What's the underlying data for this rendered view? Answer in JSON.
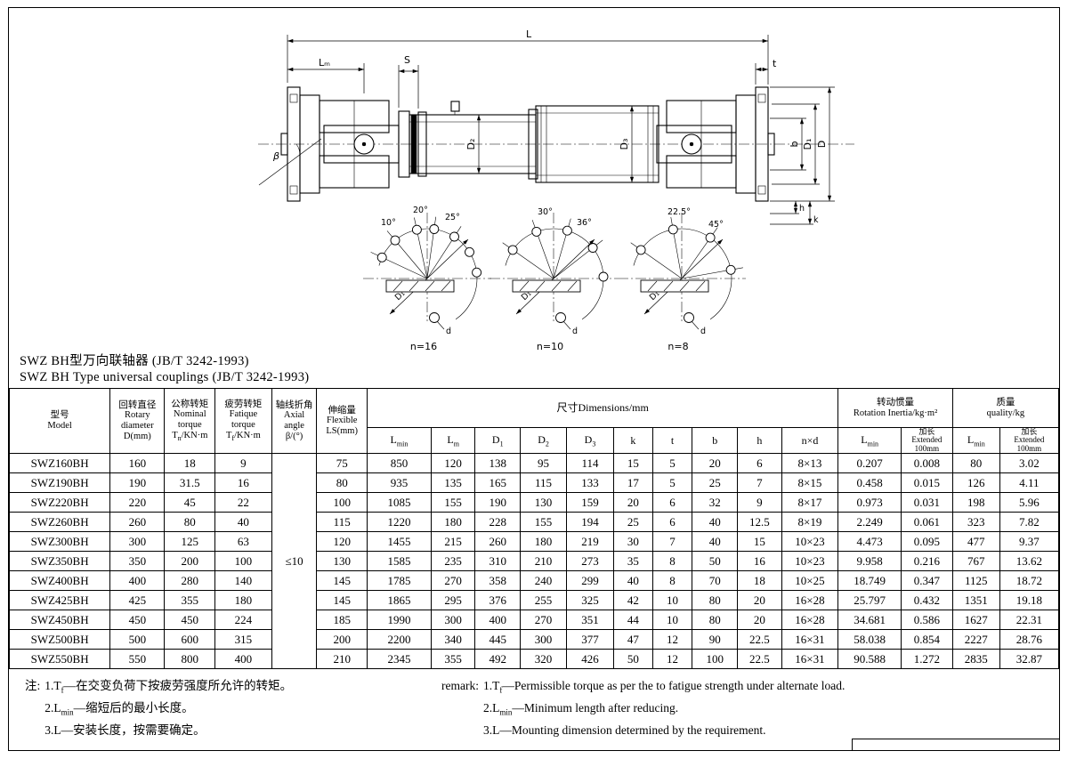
{
  "titles": {
    "cn": "SWZ BH型万向联轴器 (JB/T 3242-1993)",
    "en": "SWZ BH Type universal couplings (JB/T 3242-1993)"
  },
  "drawing": {
    "dim_labels": {
      "L": "L",
      "Lm": "Lₘ",
      "S": "S",
      "t": "t",
      "b": "b",
      "D1": "D₁",
      "D": "D",
      "D2": "D₂",
      "D3": "D₃",
      "h": "h",
      "k": "k",
      "beta": "β"
    },
    "bolt_diagrams": [
      {
        "count_label": "n=16",
        "angle_labels": [
          "10°",
          "20°",
          "25°"
        ],
        "bolt_circle_label": "D₁",
        "hole_label": "d"
      },
      {
        "count_label": "n=10",
        "angle_labels": [
          "30°",
          "36°"
        ],
        "bolt_circle_label": "D₁",
        "hole_label": "d"
      },
      {
        "count_label": "n=8",
        "angle_labels": [
          "22.5°",
          "45°"
        ],
        "bolt_circle_label": "D₁",
        "hole_label": "d"
      }
    ]
  },
  "table": {
    "headers": {
      "model": "型号\nModel",
      "rotary_diameter": "回转直径\nRotary\ndiameter\nD(mm)",
      "nominal_torque": "公称转矩\nNominal\ntorque\nT~n~/KN·m",
      "fatigue_torque": "疲劳转矩\nFatique\ntorque\nT~f~/KN·m",
      "axial_angle": "轴线折角\nAxial angle\nβ/(°)",
      "flexible": "伸缩量\nFlexible\nLS(mm)",
      "dimensions": "尺寸Dimensions/mm",
      "rotation_inertia": "转动惯量\nRotation Inertia/kg·m²",
      "quality": "质量\nquality/kg"
    },
    "sub_headers": [
      "L~min~",
      "L~m~",
      "D~1~",
      "D~2~",
      "D~3~",
      "k",
      "t",
      "b",
      "h",
      "n×d",
      "L~min~",
      "加长\nExtended\n100mm",
      "L~min~",
      "加长\nExtended\n100mm"
    ],
    "beta_value": "≤10",
    "rows": [
      [
        "SWZ160BH",
        "160",
        "18",
        "9",
        "75",
        "850",
        "120",
        "138",
        "95",
        "114",
        "15",
        "5",
        "20",
        "6",
        "8×13",
        "0.207",
        "0.008",
        "80",
        "3.02"
      ],
      [
        "SWZ190BH",
        "190",
        "31.5",
        "16",
        "80",
        "935",
        "135",
        "165",
        "115",
        "133",
        "17",
        "5",
        "25",
        "7",
        "8×15",
        "0.458",
        "0.015",
        "126",
        "4.11"
      ],
      [
        "SWZ220BH",
        "220",
        "45",
        "22",
        "100",
        "1085",
        "155",
        "190",
        "130",
        "159",
        "20",
        "6",
        "32",
        "9",
        "8×17",
        "0.973",
        "0.031",
        "198",
        "5.96"
      ],
      [
        "SWZ260BH",
        "260",
        "80",
        "40",
        "115",
        "1220",
        "180",
        "228",
        "155",
        "194",
        "25",
        "6",
        "40",
        "12.5",
        "8×19",
        "2.249",
        "0.061",
        "323",
        "7.82"
      ],
      [
        "SWZ300BH",
        "300",
        "125",
        "63",
        "120",
        "1455",
        "215",
        "260",
        "180",
        "219",
        "30",
        "7",
        "40",
        "15",
        "10×23",
        "4.473",
        "0.095",
        "477",
        "9.37"
      ],
      [
        "SWZ350BH",
        "350",
        "200",
        "100",
        "130",
        "1585",
        "235",
        "310",
        "210",
        "273",
        "35",
        "8",
        "50",
        "16",
        "10×23",
        "9.958",
        "0.216",
        "767",
        "13.62"
      ],
      [
        "SWZ400BH",
        "400",
        "280",
        "140",
        "145",
        "1785",
        "270",
        "358",
        "240",
        "299",
        "40",
        "8",
        "70",
        "18",
        "10×25",
        "18.749",
        "0.347",
        "1125",
        "18.72"
      ],
      [
        "SWZ425BH",
        "425",
        "355",
        "180",
        "145",
        "1865",
        "295",
        "376",
        "255",
        "325",
        "42",
        "10",
        "80",
        "20",
        "16×28",
        "25.797",
        "0.432",
        "1351",
        "19.18"
      ],
      [
        "SWZ450BH",
        "450",
        "450",
        "224",
        "185",
        "1990",
        "300",
        "400",
        "270",
        "351",
        "44",
        "10",
        "80",
        "20",
        "16×28",
        "34.681",
        "0.586",
        "1627",
        "22.31"
      ],
      [
        "SWZ500BH",
        "500",
        "600",
        "315",
        "200",
        "2200",
        "340",
        "445",
        "300",
        "377",
        "47",
        "12",
        "90",
        "22.5",
        "16×31",
        "58.038",
        "0.854",
        "2227",
        "28.76"
      ],
      [
        "SWZ550BH",
        "550",
        "800",
        "400",
        "210",
        "2345",
        "355",
        "492",
        "320",
        "426",
        "50",
        "12",
        "100",
        "22.5",
        "16×31",
        "90.588",
        "1.272",
        "2835",
        "32.87"
      ]
    ]
  },
  "notes_cn": {
    "prefix": "注:",
    "items": [
      "1.T~f~—在交变负荷下按疲劳强度所允许的转矩。",
      "2.L~min~—缩短后的最小长度。",
      "3.L—安装长度，按需要确定。"
    ]
  },
  "notes_en": {
    "prefix": "remark:",
    "items": [
      "1.T~f~—Permissible torque as per the to fatigue strength under alternate load.",
      "2.L~min~—Minimum length after reducing.",
      "3.L—Mounting dimension determined by the requirement."
    ]
  }
}
